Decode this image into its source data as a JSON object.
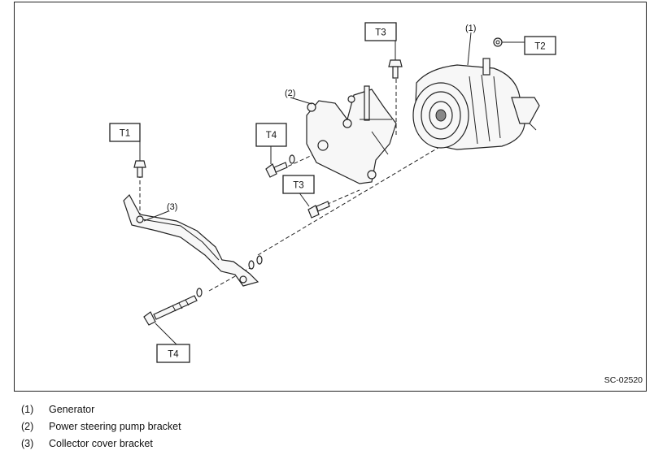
{
  "figure_code": "SC-02520",
  "torque_tags": {
    "t1": "T1",
    "t2": "T2",
    "t3_top": "T3",
    "t3_mid": "T3",
    "t4_mid": "T4",
    "t4_bottom": "T4"
  },
  "callouts": {
    "generator": "(1)",
    "bracket": "(2)",
    "collector": "(3)"
  },
  "legend": [
    {
      "num": "(1)",
      "label": "Generator"
    },
    {
      "num": "(2)",
      "label": "Power steering pump bracket"
    },
    {
      "num": "(3)",
      "label": "Collector cover bracket"
    }
  ]
}
